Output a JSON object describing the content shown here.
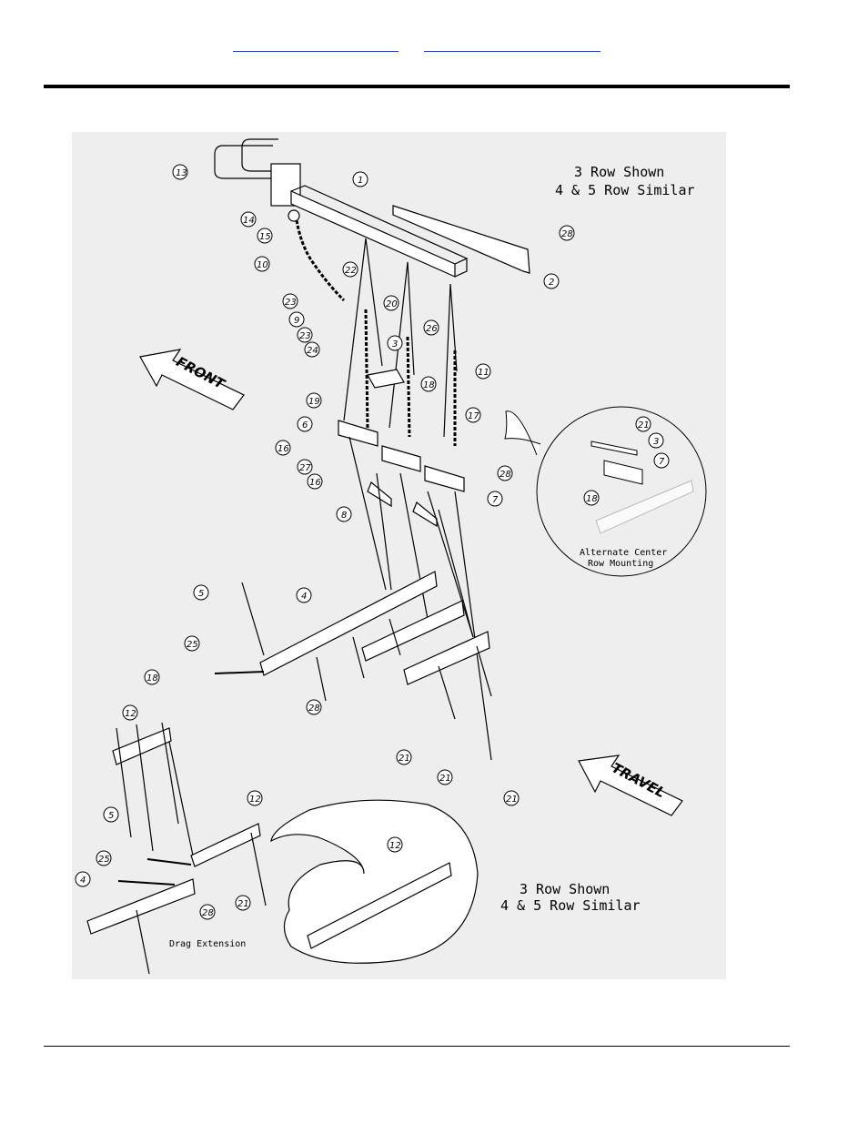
{
  "header": {
    "link_1": "",
    "link_2": ""
  },
  "captions": {
    "top_line1": "3 Row Shown",
    "top_line2": "4 & 5 Row Similar",
    "bottom_line1": "3 Row Shown",
    "bottom_line2": "4 & 5 Row Similar",
    "alternate_line1": "Alternate Center",
    "alternate_line2": "Row Mounting",
    "drag_extension": "Drag Extension"
  },
  "arrows": {
    "front": "FRONT",
    "travel": "TRAVEL"
  },
  "callouts": [
    "13",
    "1",
    "14",
    "15",
    "10",
    "22",
    "23",
    "9",
    "23",
    "24",
    "20",
    "3",
    "26",
    "28",
    "2",
    "11",
    "19",
    "18",
    "17",
    "6",
    "16",
    "27",
    "16",
    "8",
    "7",
    "28",
    "21",
    "3",
    "7",
    "18",
    "5",
    "4",
    "25",
    "18",
    "12",
    "5",
    "28",
    "21",
    "21",
    "21",
    "12",
    "12",
    "25",
    "4",
    "21",
    "28"
  ]
}
